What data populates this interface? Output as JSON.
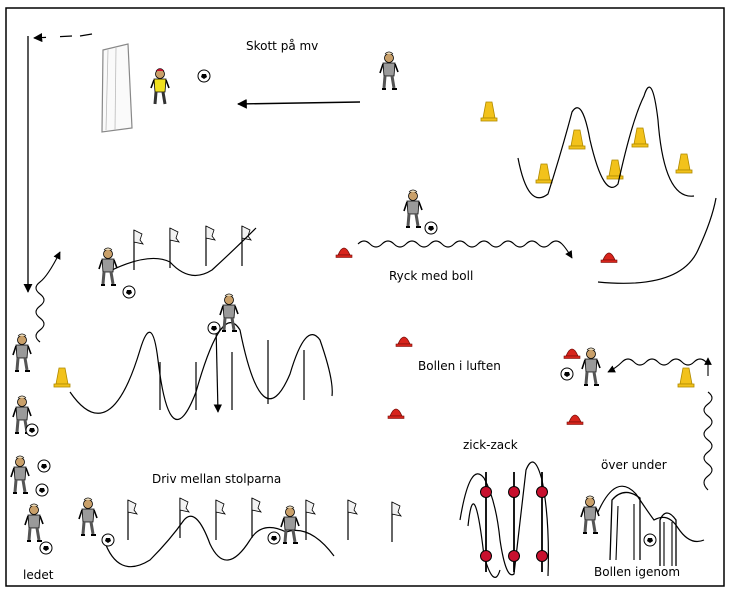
{
  "labels": {
    "shot_on_goal": "Skott på mv",
    "dash_with_ball": "Ryck med boll",
    "ball_in_air": "Bollen i luften",
    "dribble_between_posts": "Driv mellan stolparna",
    "zigzag": "zick-zack",
    "over_under": "över under",
    "ball_through": "Bollen igenom",
    "queue": "ledet"
  },
  "colors": {
    "line": "#000000",
    "cone_yellow": "#f2c21b",
    "cone_red": "#d8241c",
    "player_body": "#9a9a9a",
    "goalkeeper_shirt": "#f0e020",
    "post_marker": "#c8102e"
  }
}
